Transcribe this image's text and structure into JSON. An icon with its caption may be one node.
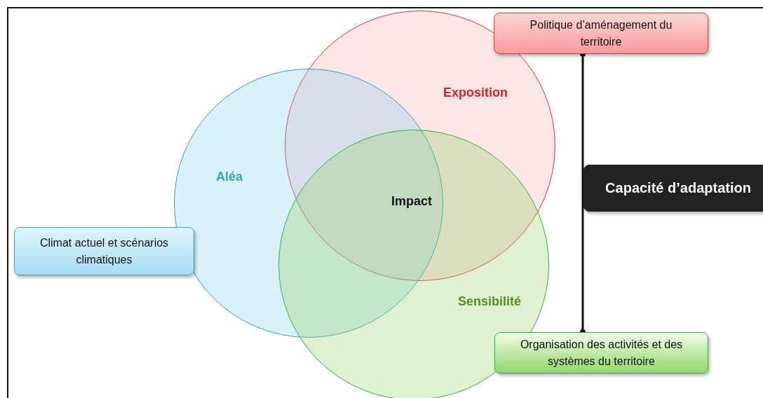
{
  "diagram": {
    "nodes": [
      {
        "text": [
          "Politique d’aménagement du territoire"
        ]
      },
      {
        "text": [
          "Exposition"
        ]
      },
      {
        "text": [
          "Aléa"
        ]
      },
      {
        "text": [
          "Capacité d’adaptation"
        ]
      },
      {
        "text": [
          "Climat actuel et scénarios climatiques"
        ]
      },
      {
        "text": [
          "Sensibilité"
        ]
      },
      {
        "text": [
          "Organisation des activités et des systèmes du territoire"
        ]
      }
    ],
    "edges": [
      {
        "from": 0,
        "to": 6,
        "arrow": "other"
      }
    ],
    "labels": [
      "Impact"
    ]
  }
}
